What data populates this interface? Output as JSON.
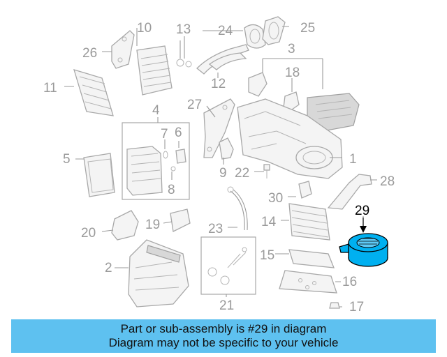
{
  "callouts": {
    "c2": "2",
    "c3": "3",
    "c4": "4",
    "c5": "5",
    "c6": "6",
    "c7": "7",
    "c8": "8",
    "c9": "9",
    "c10": "10",
    "c11": "11",
    "c12": "12",
    "c13": "13",
    "c14": "14",
    "c15": "15",
    "c16": "16",
    "c17": "17",
    "c18": "18",
    "c19": "19",
    "c20": "20",
    "c21": "21",
    "c22": "22",
    "c23": "23",
    "c24": "24",
    "c25": "25",
    "c26": "26",
    "c27": "27",
    "c28": "28",
    "c29": "29",
    "c30": "30",
    "c1": "1"
  },
  "highlighted_part": "29",
  "colors": {
    "highlight_part": "#00b0f0",
    "banner_bg": "#5ec1f0"
  },
  "banner": {
    "line1": "Part or sub-assembly is #29 in diagram",
    "line2": "Diagram may not be specific to your vehicle"
  }
}
